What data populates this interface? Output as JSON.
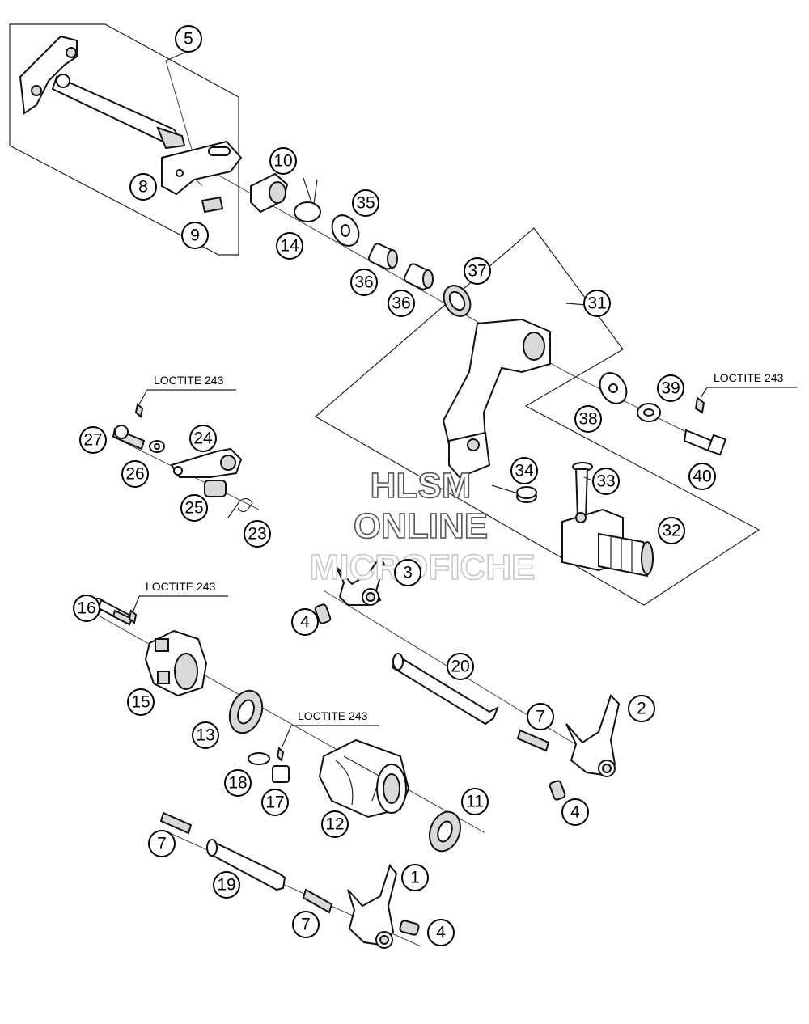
{
  "callouts": {
    "c1": "1",
    "c2": "2",
    "c3": "3",
    "c4a": "4",
    "c4b": "4",
    "c4c": "4",
    "c5": "5",
    "c7a": "7",
    "c7b": "7",
    "c7c": "7",
    "c8": "8",
    "c9": "9",
    "c10": "10",
    "c11": "11",
    "c12": "12",
    "c13": "13",
    "c14": "14",
    "c15": "15",
    "c16": "16",
    "c17": "17",
    "c18": "18",
    "c19": "19",
    "c20": "20",
    "c23": "23",
    "c24": "24",
    "c25": "25",
    "c26": "26",
    "c27": "27",
    "c31": "31",
    "c32": "32",
    "c33": "33",
    "c34": "34",
    "c35": "35",
    "c36a": "36",
    "c36b": "36",
    "c37": "37",
    "c38": "38",
    "c39": "39",
    "c40": "40"
  },
  "loctite": {
    "l1": "LOCTITE 243",
    "l2": "LOCTITE 243",
    "l3": "LOCTITE 243",
    "l4": "LOCTITE 243"
  },
  "watermark": {
    "line1": "HLSM",
    "line2": "ONLINE",
    "line3": "MICROFICHE"
  }
}
